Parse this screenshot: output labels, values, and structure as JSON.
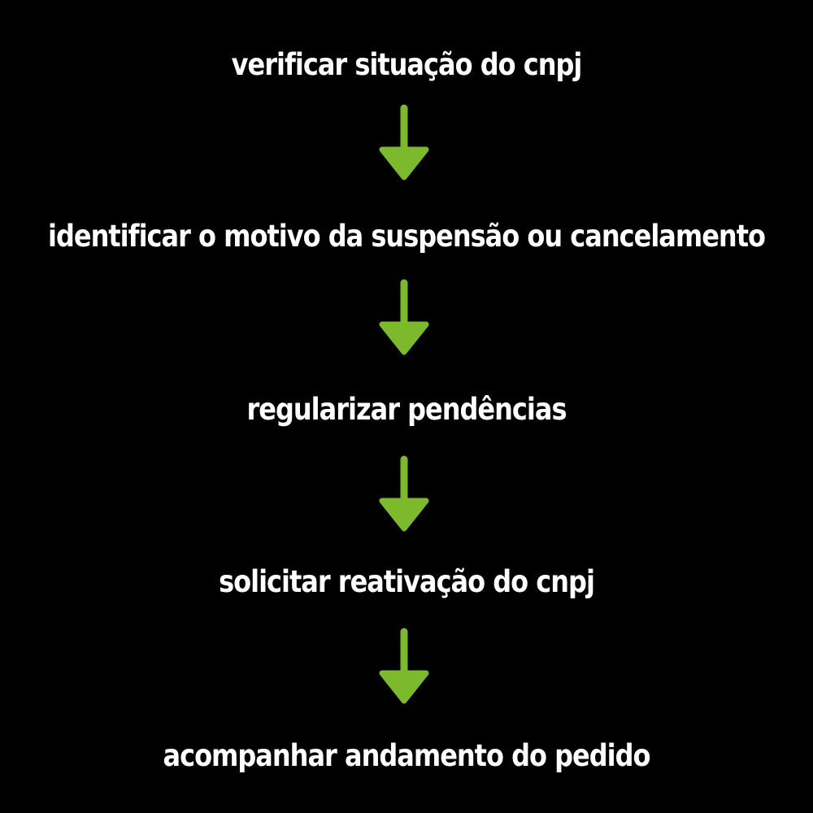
{
  "colors": {
    "background": "#000000",
    "text": "#ffffff",
    "arrow_green": "#7cb92c"
  },
  "flow": {
    "direction": "top-to-bottom",
    "steps": [
      {
        "label": "verificar situação do cnpj"
      },
      {
        "label": "identificar o motivo da suspensão ou cancelamento"
      },
      {
        "label": "regularizar pendências"
      },
      {
        "label": "solicitar reativação do cnpj"
      },
      {
        "label": "acompanhar andamento do pedido"
      }
    ],
    "connector": "arrow-down-icon"
  }
}
